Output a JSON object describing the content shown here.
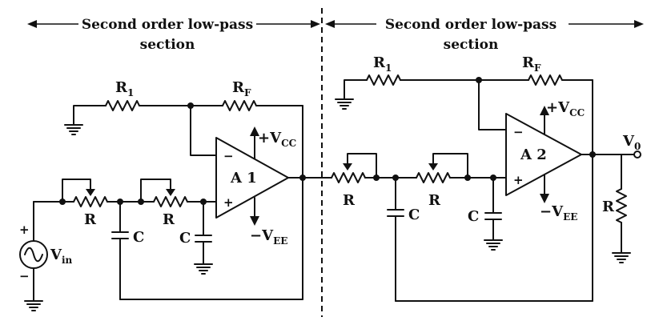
{
  "headers": {
    "left_line1": "Second order low-pass",
    "left_line2": "section",
    "right_line1": "Second order low-pass",
    "right_line2": "section"
  },
  "stage1": {
    "opamp": "A 1",
    "r1": "R",
    "r1_sub": "1",
    "rf": "R",
    "rf_sub": "F",
    "vcc": "+V",
    "vcc_sub": "CC",
    "vee": "−V",
    "vee_sub": "EE",
    "res_a": "R",
    "res_b": "R",
    "cap_a": "C",
    "cap_b": "C",
    "minus": "−",
    "plus": "+"
  },
  "stage2": {
    "opamp": "A 2",
    "r1": "R",
    "r1_sub": "1",
    "rf": "R",
    "rf_sub": "F",
    "vcc": "+V",
    "vcc_sub": "CC",
    "vee": "−V",
    "vee_sub": "EE",
    "res_a": "R",
    "res_b": "R",
    "cap_a": "C",
    "cap_b": "C",
    "minus": "−",
    "plus": "+"
  },
  "source": {
    "label": "V",
    "label_sub": "in",
    "plus": "+",
    "minus": "−"
  },
  "output": {
    "label": "V",
    "label_sub": "0",
    "load": "R"
  }
}
